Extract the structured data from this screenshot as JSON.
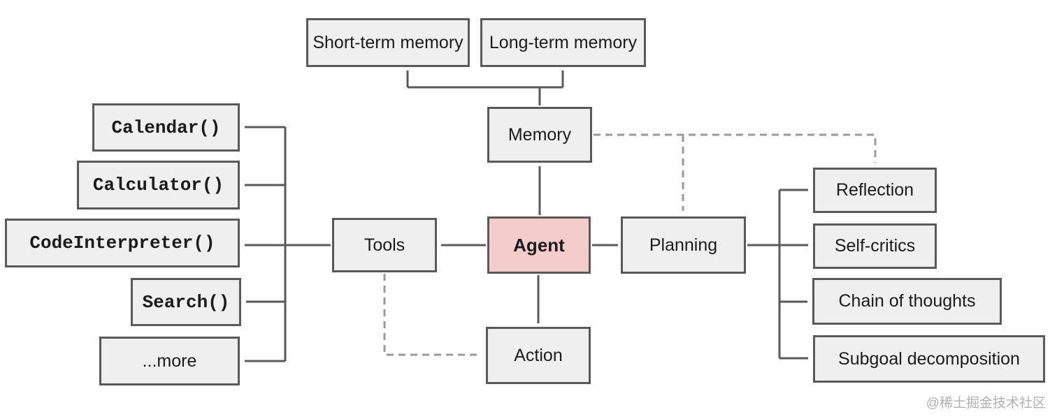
{
  "diagram": {
    "nodes": {
      "short_term_memory": {
        "label": "Short-term memory"
      },
      "long_term_memory": {
        "label": "Long-term memory"
      },
      "memory": {
        "label": "Memory"
      },
      "calendar": {
        "label": "Calendar()"
      },
      "calculator": {
        "label": "Calculator()"
      },
      "code_interpreter": {
        "label": "CodeInterpreter()"
      },
      "search": {
        "label": "Search()"
      },
      "more": {
        "label": "...more"
      },
      "tools": {
        "label": "Tools"
      },
      "agent": {
        "label": "Agent"
      },
      "planning": {
        "label": "Planning"
      },
      "action": {
        "label": "Action"
      },
      "reflection": {
        "label": "Reflection"
      },
      "self_critics": {
        "label": "Self-critics"
      },
      "chain_of_thoughts": {
        "label": "Chain of thoughts"
      },
      "subgoal_decomposition": {
        "label": "Subgoal decomposition"
      }
    },
    "colors": {
      "box_fill": "#efefef",
      "box_border": "#595959",
      "agent_fill": "#f4cccc",
      "line": "#595959",
      "dashed_line": "#999999",
      "watermark": "#b0b0b0"
    },
    "watermark": "@稀土掘金技术社区"
  }
}
